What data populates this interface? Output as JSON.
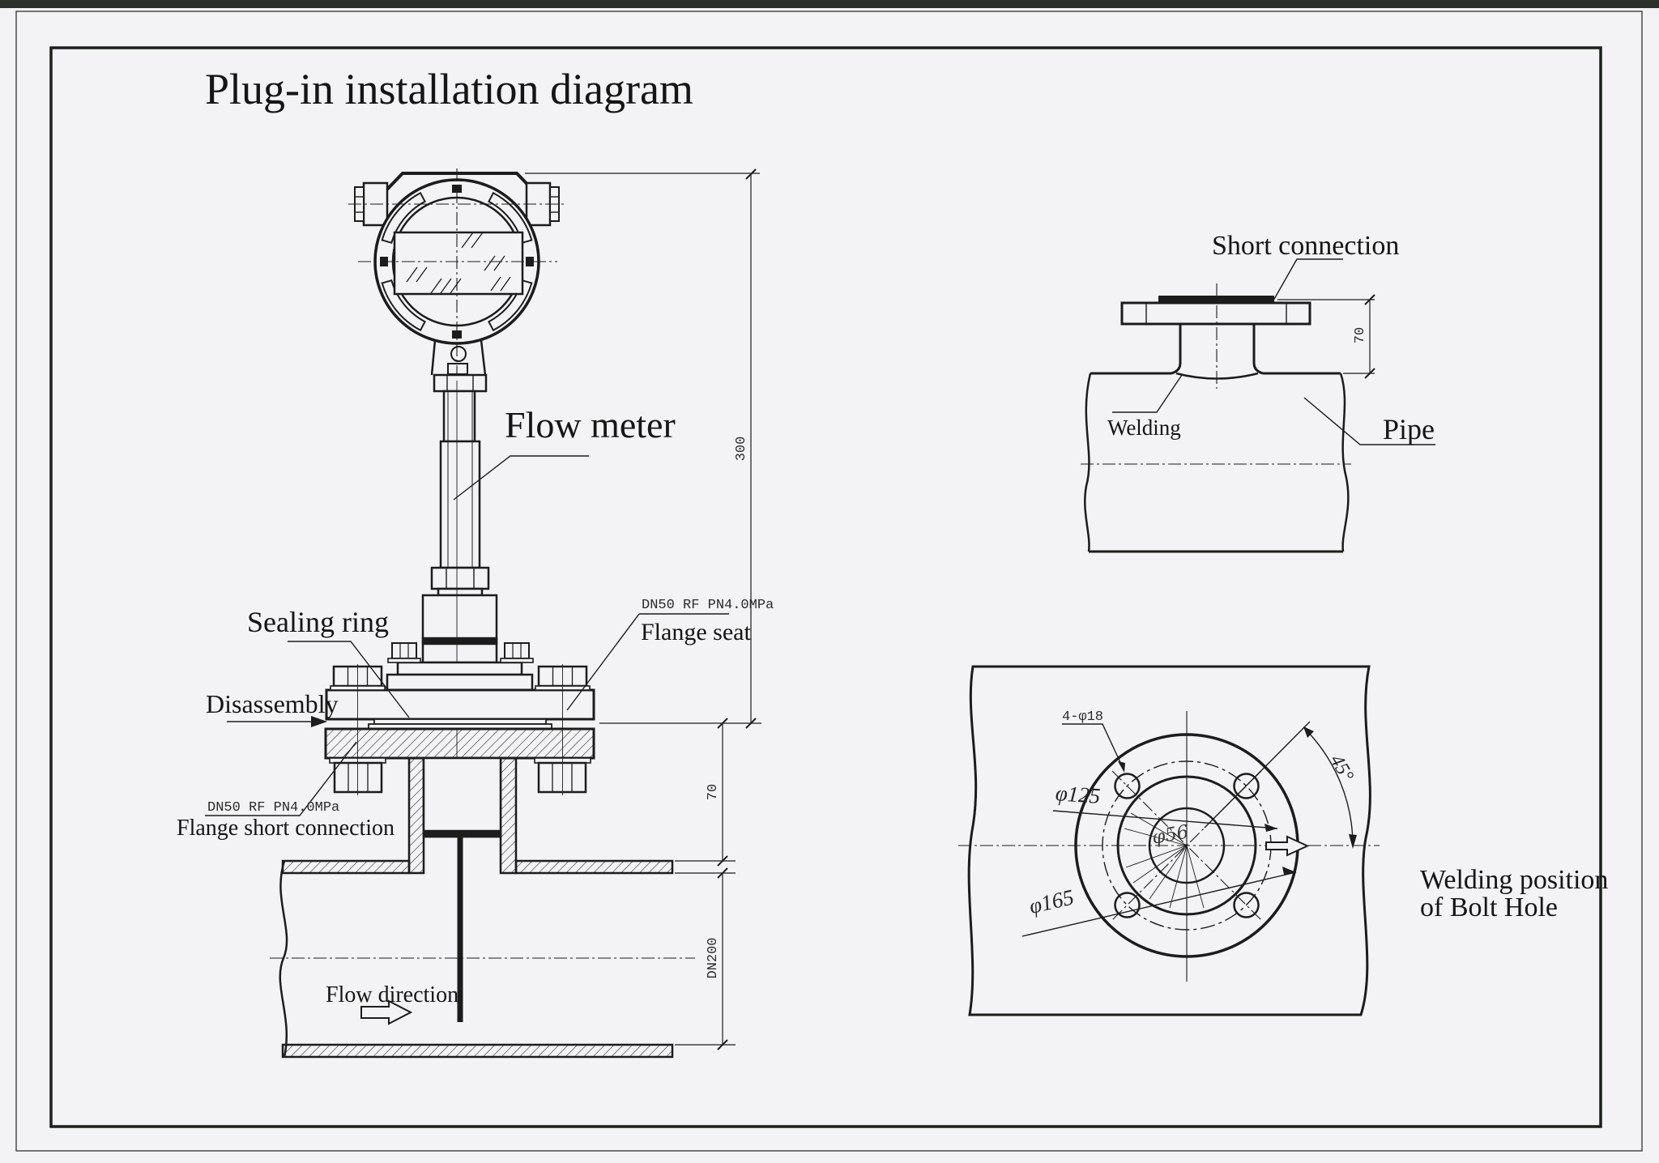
{
  "page": {
    "title": "Plug-in installation diagram"
  },
  "colors": {
    "ink": "#1c1c1c",
    "paper": "#f3f2f4",
    "scan_edge": "#2c312c"
  },
  "icons": {
    "flow_direction_arrow": "block-arrow-right",
    "disassembly_arrow": "filled-arrow-right",
    "bolt_view_flow_arrow": "block-arrow-right"
  },
  "main_view": {
    "flow_meter_label": "Flow meter",
    "sealing_ring_label": "Sealing ring",
    "disassembly_label": "Disassembly",
    "flange_seat_spec": "DN50 RF PN4.0MPa",
    "flange_seat_label": "Flange seat",
    "flange_short_spec": "DN50 RF PN4.0MPa",
    "flange_short_label": "Flange short connection",
    "flow_direction_label": "Flow direction",
    "dim_stem_height": "300",
    "dim_flange_to_pipe": "70",
    "dim_pipe_diameter": "DN200"
  },
  "short_connection_view": {
    "short_connection_label": "Short connection",
    "welding_label": "Welding",
    "pipe_label": "Pipe",
    "dim_height": "70"
  },
  "bolt_hole_view": {
    "title_line1": "Welding position",
    "title_line2": "of Bolt Hole",
    "bolt_holes_label": "4-φ18",
    "bolt_circle_dia": "φ125",
    "outer_circle_dia": "φ165",
    "angle_label": "45°",
    "center_hole_dia": "φ56"
  }
}
